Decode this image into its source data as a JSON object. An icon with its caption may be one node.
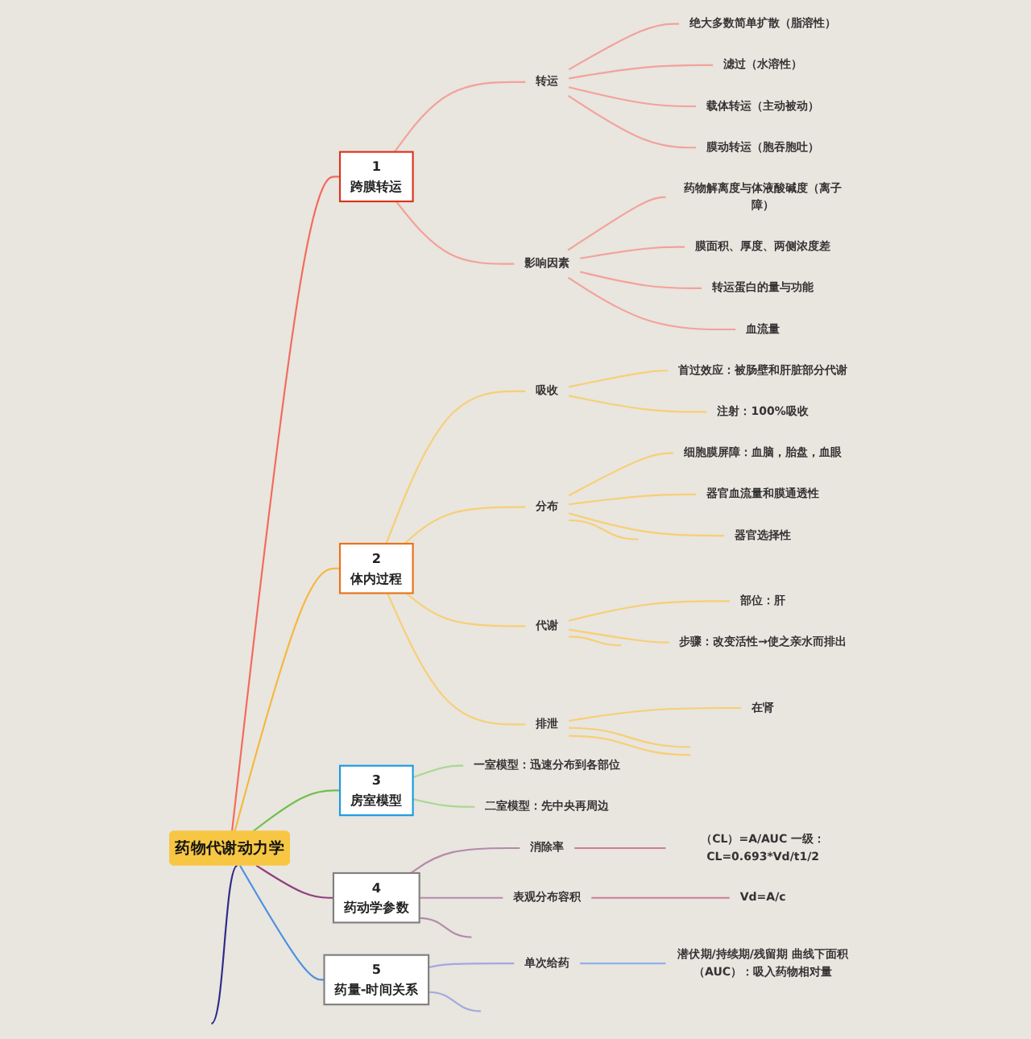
{
  "diagram": {
    "nodes": [
      {
        "text": [
          "药物代谢动力学"
        ]
      },
      {
        "text": [
          "1",
          "跨膜转运"
        ]
      },
      {
        "text": [
          "转运"
        ]
      },
      {
        "text": [
          "绝大多数简单扩散（脂溶性）"
        ]
      },
      {
        "text": [
          "滤过（水溶性）"
        ]
      },
      {
        "text": [
          "载体转运（主动被动）"
        ]
      },
      {
        "text": [
          "膜动转运（胞吞胞吐）"
        ]
      },
      {
        "text": [
          "影响因素"
        ]
      },
      {
        "text": [
          "药物解离度与体液酸碱度（离子障）"
        ]
      },
      {
        "text": [
          "膜面积、厚度、两侧浓度差"
        ]
      },
      {
        "text": [
          "转运蛋白的量与功能"
        ]
      },
      {
        "text": [
          "血流量"
        ]
      },
      {
        "text": [
          "2",
          "体内过程"
        ]
      },
      {
        "text": [
          "吸收"
        ]
      },
      {
        "text": [
          "首过效应：被肠壁和肝脏部分代谢"
        ]
      },
      {
        "text": [
          "注射：100%吸收"
        ]
      },
      {
        "text": [
          "分布"
        ]
      },
      {
        "text": [
          "细胞膜屏障：血脑，胎盘，血眼"
        ]
      },
      {
        "text": [
          "器官血流量和膜通透性"
        ]
      },
      {
        "text": [
          "器官选择性"
        ]
      },
      {
        "text": [
          "代谢"
        ]
      },
      {
        "text": [
          "部位：肝"
        ]
      },
      {
        "text": [
          "步骤：改变活性→使之亲水而排出"
        ]
      },
      {
        "text": [
          "排泄"
        ]
      },
      {
        "text": [
          "在肾"
        ]
      },
      {
        "text": [
          "3",
          "房室模型"
        ]
      },
      {
        "text": [
          "一室模型：迅速分布到各部位"
        ]
      },
      {
        "text": [
          "二室模型：先中央再周边"
        ]
      },
      {
        "text": [
          "4",
          "药动学参数"
        ]
      },
      {
        "text": [
          "消除率"
        ]
      },
      {
        "text": [
          "（CL）=A/AUC 一级：CL=0.693*Vd/t1/2"
        ]
      },
      {
        "text": [
          "表观分布容积"
        ]
      },
      {
        "text": [
          "Vd=A/c"
        ]
      },
      {
        "text": [
          "5",
          "药量-时间关系"
        ]
      },
      {
        "text": [
          "单次给药"
        ]
      },
      {
        "text": [
          "潜伏期/持续期/残留期 曲线下面积（AUC）：吸入药物相对量"
        ]
      }
    ],
    "edges": [
      {
        "from": 0,
        "to": 1,
        "arrow": "none",
        "color": "#f26b5b"
      },
      {
        "from": 1,
        "to": 2,
        "arrow": "none",
        "color": "#f2a29a"
      },
      {
        "from": 2,
        "to": 3,
        "arrow": "none",
        "color": "#f2a29a"
      },
      {
        "from": 2,
        "to": 4,
        "arrow": "none",
        "color": "#f2a29a"
      },
      {
        "from": 2,
        "to": 5,
        "arrow": "none",
        "color": "#f2a29a"
      },
      {
        "from": 2,
        "to": 6,
        "arrow": "none",
        "color": "#f2a29a"
      },
      {
        "from": 1,
        "to": 7,
        "arrow": "none",
        "color": "#f2a29a"
      },
      {
        "from": 7,
        "to": 8,
        "arrow": "none",
        "color": "#f2a29a"
      },
      {
        "from": 7,
        "to": 9,
        "arrow": "none",
        "color": "#f2a29a"
      },
      {
        "from": 7,
        "to": 10,
        "arrow": "none",
        "color": "#f2a29a"
      },
      {
        "from": 7,
        "to": 11,
        "arrow": "none",
        "color": "#f2a29a"
      },
      {
        "from": 0,
        "to": 12,
        "arrow": "none",
        "color": "#f5b83d"
      },
      {
        "from": 12,
        "to": 13,
        "arrow": "none",
        "color": "#f7cf74"
      },
      {
        "from": 13,
        "to": 14,
        "arrow": "none",
        "color": "#f7cf74"
      },
      {
        "from": 13,
        "to": 15,
        "arrow": "none",
        "color": "#f7cf74"
      },
      {
        "from": 12,
        "to": 16,
        "arrow": "none",
        "color": "#f7cf74"
      },
      {
        "from": 16,
        "to": 17,
        "arrow": "none",
        "color": "#f7cf74"
      },
      {
        "from": 16,
        "to": 18,
        "arrow": "none",
        "color": "#f7cf74"
      },
      {
        "from": 16,
        "to": 19,
        "arrow": "none",
        "color": "#f7cf74"
      },
      {
        "from": 16,
        "to": null,
        "arrow": "none",
        "color": "#f7cf74"
      },
      {
        "from": 12,
        "to": 20,
        "arrow": "none",
        "color": "#f7cf74"
      },
      {
        "from": 20,
        "to": 21,
        "arrow": "none",
        "color": "#f7cf74"
      },
      {
        "from": 20,
        "to": 22,
        "arrow": "none",
        "color": "#f7cf74"
      },
      {
        "from": 20,
        "to": null,
        "arrow": "none",
        "color": "#f7cf74"
      },
      {
        "from": 12,
        "to": 23,
        "arrow": "none",
        "color": "#f7cf74"
      },
      {
        "from": 23,
        "to": 24,
        "arrow": "none",
        "color": "#f7cf74"
      },
      {
        "from": 23,
        "to": null,
        "arrow": "none",
        "color": "#f7cf74"
      },
      {
        "from": 23,
        "to": null,
        "arrow": "none",
        "color": "#f7cf74"
      },
      {
        "from": 0,
        "to": 25,
        "arrow": "none",
        "color": "#6cc04a"
      },
      {
        "from": 25,
        "to": 26,
        "arrow": "none",
        "color": "#a6d98f"
      },
      {
        "from": 25,
        "to": 27,
        "arrow": "none",
        "color": "#a6d98f"
      },
      {
        "from": 0,
        "to": 28,
        "arrow": "none",
        "color": "#8e3f7e"
      },
      {
        "from": 28,
        "to": 29,
        "arrow": "none",
        "color": "#b48aab"
      },
      {
        "from": 29,
        "to": 30,
        "arrow": "none",
        "color": "#c97f9a"
      },
      {
        "from": 28,
        "to": 31,
        "arrow": "none",
        "color": "#b48aab"
      },
      {
        "from": 31,
        "to": 32,
        "arrow": "none",
        "color": "#c97f9a"
      },
      {
        "from": 28,
        "to": null,
        "arrow": "none",
        "color": "#b48aab"
      },
      {
        "from": 0,
        "to": 33,
        "arrow": "none",
        "color": "#4a90e2"
      },
      {
        "from": 33,
        "to": 34,
        "arrow": "none",
        "color": "#a3a8e0"
      },
      {
        "from": 34,
        "to": 35,
        "arrow": "none",
        "color": "#8fb2e6"
      },
      {
        "from": 33,
        "to": null,
        "arrow": "none",
        "color": "#a3a8e0"
      },
      {
        "from": 0,
        "to": null,
        "arrow": "none",
        "color": "#2d2a8a"
      }
    ]
  }
}
